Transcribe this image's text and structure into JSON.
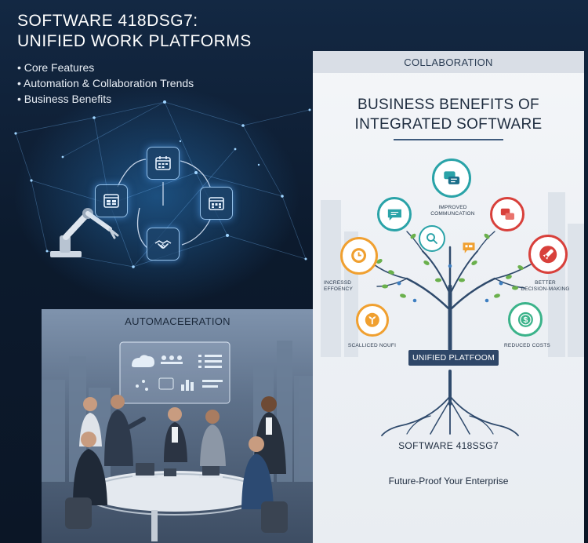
{
  "left_panel": {
    "title_line1": "SOFTWARE 418DSG7:",
    "title_line2": "UNIFIED WORK PLATFORMS",
    "bullets": [
      "Core Features",
      "Automation & Collaboration Trends",
      "Business Benefits"
    ],
    "icons": [
      "calendar-icon",
      "dashboard-icon",
      "calendar-grid-icon",
      "handshake-icon",
      "robot-arm-icon"
    ]
  },
  "meeting_card": {
    "title": "AUTOMACEERATION"
  },
  "benefits_card": {
    "header": "COLLABORATION",
    "title_line1": "BUSINESS BENEFITS OF",
    "title_line2": "INTEGRATED SOFTWARE",
    "labels": {
      "communication_line1": "IMPROVED",
      "communication_line2": "COMMUNCATION",
      "efficiency_line1": "INCRESSD",
      "efficiency_line2": "EFFOENCY",
      "decision_line1": "BETTER",
      "decision_line2": "DECISION-MAKING",
      "scalability": "SCALLICED NOUFI",
      "costs": "REDUCED COSTS"
    },
    "platform_label": "UNIFIED PLATFOOM",
    "software_name": "SOFTWARE 418SSG7",
    "tagline": "Future-Proof Your Enterprise",
    "colors": {
      "communication": "#2aa3a8",
      "chat": "#2aa3a8",
      "decision_chat": "#d8403b",
      "efficiency": "#f0a030",
      "rocket": "#d8403b",
      "growth": "#f0a030",
      "costs": "#3bb38a",
      "search": "#2aa3a8",
      "chat_small": "#f0a030"
    }
  }
}
